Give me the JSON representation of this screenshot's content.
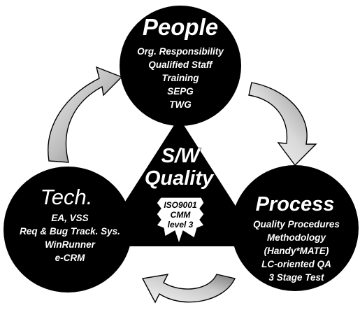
{
  "colors": {
    "circle": "#000000",
    "text": "#ffffff",
    "arrow_light": "#e6e6e6",
    "arrow_dark": "#8c8c8c",
    "ribbon": "#ffffff"
  },
  "people": {
    "title": "People",
    "items": [
      "Org. Responsibility",
      "Qualified Staff",
      "Training",
      "SEPG",
      "TWG"
    ]
  },
  "center": {
    "line1": "S/W",
    "line2": "Quality"
  },
  "ribbon": {
    "line1": "ISO9001",
    "line2": "CMM",
    "line3": "level 3"
  },
  "tech": {
    "title": "Tech.",
    "items": [
      "EA, VSS",
      "Req & Bug Track. Sys.",
      "WinRunner",
      "e-CRM"
    ]
  },
  "process": {
    "title": "Process",
    "items": [
      "Quality Procedures",
      "Methodology",
      "(Handy*MATE)",
      "LC-oriented QA",
      "3 Stage Test"
    ]
  },
  "arrows": [
    "cycle-arrow-people-to-process",
    "cycle-arrow-process-to-tech",
    "cycle-arrow-tech-to-people"
  ]
}
